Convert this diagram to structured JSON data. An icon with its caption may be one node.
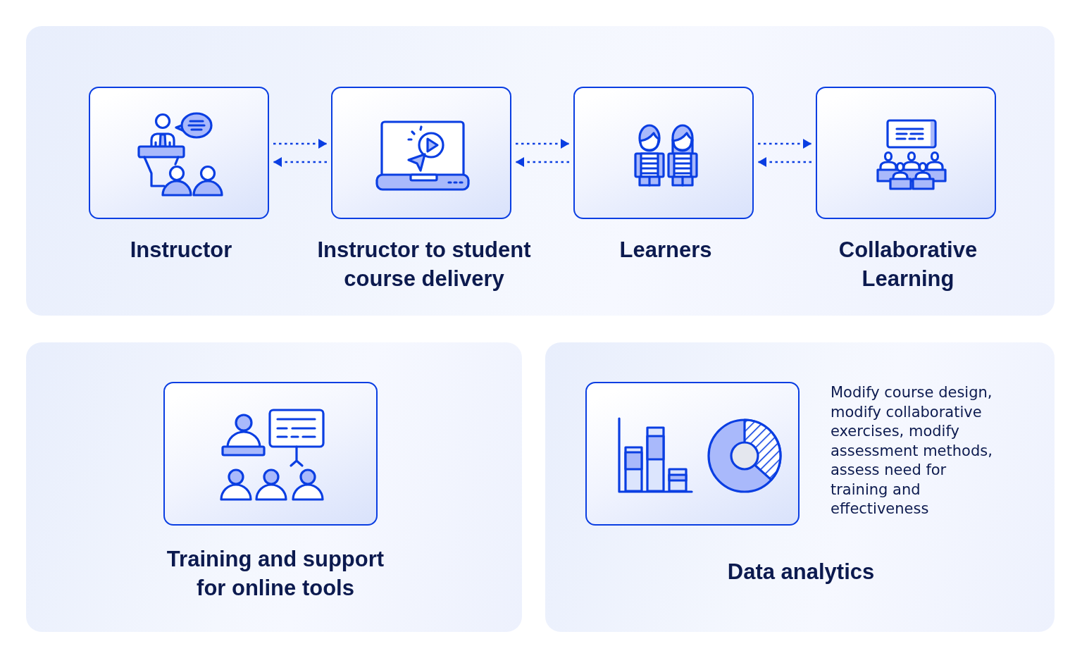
{
  "diagram": {
    "nodes": [
      {
        "text": [],
        "shape": "box"
      },
      {
        "text": [
          "Instructor"
        ],
        "in": 0
      },
      {
        "text": [
          "Instructor to student course delivery"
        ],
        "in": 0
      },
      {
        "text": [
          "Learners"
        ],
        "in": 0
      },
      {
        "text": [
          "Collaborative Learning"
        ],
        "in": 0
      },
      {
        "text": [],
        "shape": "box"
      },
      {
        "text": [
          "Training and support for online tools"
        ],
        "in": 5
      },
      {
        "text": [],
        "shape": "box"
      },
      {
        "text": [
          "Data analytics"
        ],
        "in": 7,
        "beside": [
          "Modify course design, modify collaborative exercises, modify assessment methods, assess need for training and effectiveness"
        ]
      }
    ],
    "edges": [
      {
        "from": 1,
        "to": 2,
        "arrow": "to",
        "style": "dashed"
      },
      {
        "from": 2,
        "to": 1,
        "arrow": "to",
        "style": "dashed"
      },
      {
        "from": 2,
        "to": 3,
        "arrow": "to",
        "style": "dashed"
      },
      {
        "from": 3,
        "to": 2,
        "arrow": "to",
        "style": "dashed"
      },
      {
        "from": 3,
        "to": 4,
        "arrow": "to",
        "style": "dashed"
      },
      {
        "from": 4,
        "to": 3,
        "arrow": "to",
        "style": "dashed"
      }
    ]
  }
}
